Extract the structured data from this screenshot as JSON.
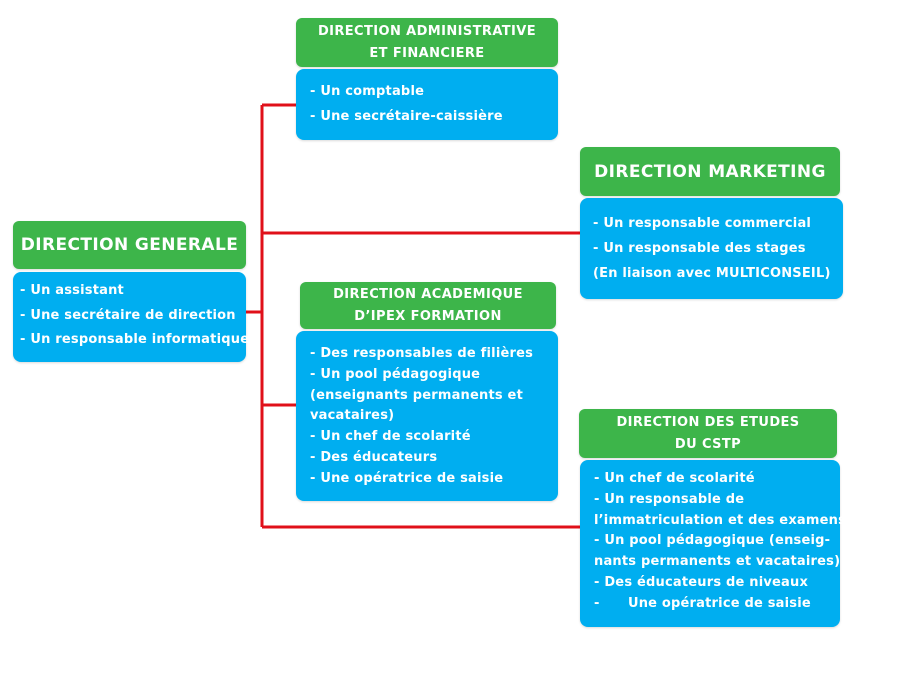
{
  "colors": {
    "header_green": "#3db54a",
    "body_blue": "#00aef0",
    "connector_red": "#e0101a"
  },
  "direction_generale": {
    "title": "DIRECTION GENERALE",
    "items": [
      "- Un assistant",
      "- Une secrétaire de direction",
      "- Un responsable informatique"
    ]
  },
  "direction_administrative": {
    "title_line1": "DIRECTION ADMINISTRATIVE",
    "title_line2": "ET FINANCIERE",
    "items": [
      "- Un comptable",
      "- Une secrétaire-caissière"
    ]
  },
  "direction_marketing": {
    "title": "DIRECTION MARKETING",
    "items": [
      "- Un responsable commercial",
      "- Un responsable des stages",
      "(En liaison avec MULTICONSEIL)"
    ]
  },
  "direction_academique": {
    "title_line1": "DIRECTION ACADEMIQUE",
    "title_line2": "D’IPEX FORMATION",
    "items": [
      "- Des responsables de filières",
      "- Un pool pédagogique",
      "(enseignants permanents et",
      "vacataires)",
      "- Un chef de scolarité",
      "- Des éducateurs",
      "- Une opératrice de saisie"
    ]
  },
  "direction_etudes": {
    "title_line1": "DIRECTION DES ETUDES",
    "title_line2": "DU CSTP",
    "items": [
      "- Un chef de scolarité",
      "- Un responsable de",
      "l’immatriculation et des examens",
      "- Un pool pédagogique (enseig-",
      "nants permanents et vacataires)",
      "- Des éducateurs de niveaux",
      "-      Une opératrice de saisie"
    ]
  }
}
